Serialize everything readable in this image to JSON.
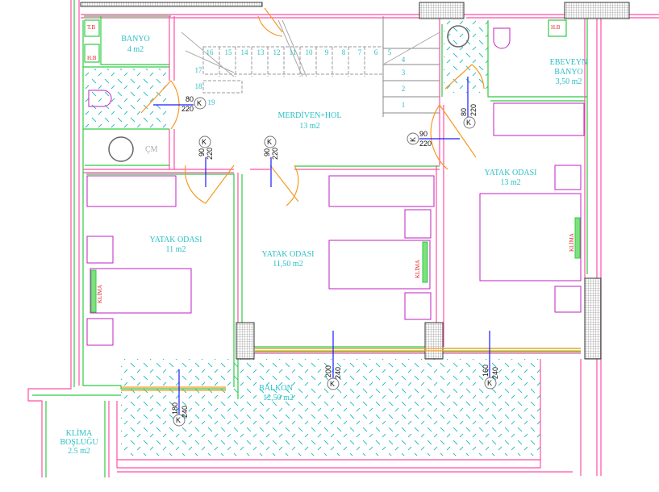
{
  "rooms": {
    "banyo": {
      "name": "BANYO",
      "area": "4 m2"
    },
    "tb": "T.B",
    "hb_left": "H.B",
    "hb_right": "H.B",
    "cm": "ÇM",
    "hol": {
      "name": "MERDİVEN+HOL",
      "area": "13 m2"
    },
    "ebeveyn": {
      "name1": "EBEVEYN",
      "name2": "BANYO",
      "area": "3,50 m2"
    },
    "yatak13": {
      "name": "YATAK ODASI",
      "area": "13 m2"
    },
    "yatak11": {
      "name": "YATAK ODASI",
      "area": "11 m2"
    },
    "yatak1150": {
      "name": "YATAK ODASI",
      "area": "11,50 m2"
    },
    "balkon": {
      "name": "BALKON",
      "area": "12,50 m2"
    },
    "klima_bosluk": {
      "name1": "KLİMA",
      "name2": "BOŞLUĞU",
      "area": "2.5 m2"
    }
  },
  "klima_label": "KLİMA",
  "stairs": [
    "1",
    "2",
    "3",
    "4",
    "5",
    "6",
    "7",
    "8",
    "9",
    "10",
    "11",
    "12",
    "13",
    "14",
    "15",
    "16",
    "17",
    "18",
    "19"
  ],
  "doors": [
    {
      "mark": "K",
      "w": "80",
      "h": "220"
    },
    {
      "mark": "K",
      "w": "90",
      "h": "220"
    },
    {
      "mark": "K",
      "w": "90",
      "h": "220"
    },
    {
      "mark": "K",
      "w": "90",
      "h": "220"
    },
    {
      "mark": "K",
      "w": "80",
      "h": "220"
    },
    {
      "mark": "K",
      "w": "180",
      "h": "240"
    },
    {
      "mark": "K",
      "w": "200",
      "h": "240"
    },
    {
      "mark": "K",
      "w": "160",
      "h": "240"
    }
  ],
  "colors": {
    "wall_outer": "#ff4fa8",
    "wall_inner": "#2ecc40",
    "furniture": "#c21fc2",
    "door": "#f59a23",
    "tile": "#2bbfc4",
    "text": "#2bbfc4"
  }
}
